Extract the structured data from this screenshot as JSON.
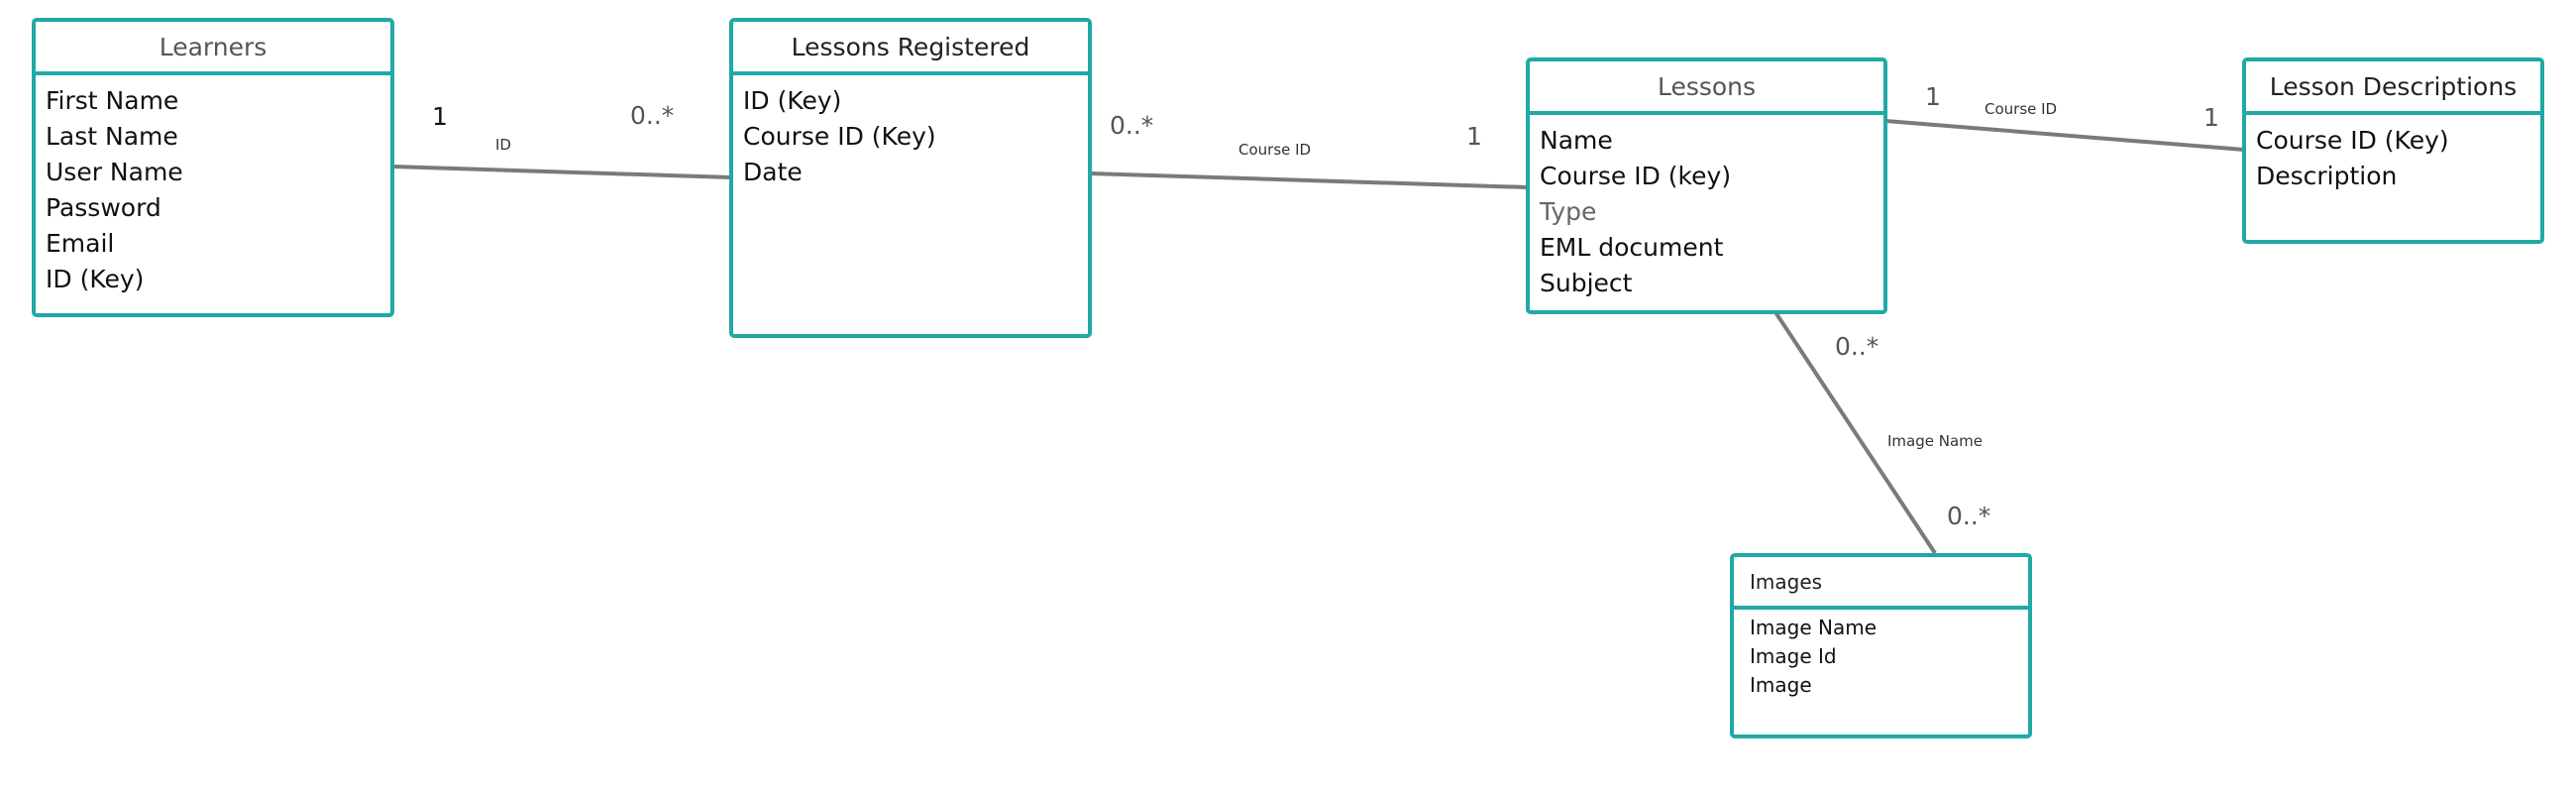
{
  "entities": {
    "learners": {
      "title": "Learners",
      "fields": [
        "First Name",
        "Last Name",
        "User Name",
        "Password",
        "Email",
        "ID (Key)"
      ]
    },
    "lessons_registered": {
      "title": "Lessons Registered",
      "fields": [
        "ID (Key)",
        "Course ID (Key)",
        "Date"
      ]
    },
    "lessons": {
      "title": "Lessons",
      "fields": [
        "Name",
        "Course ID (key)",
        "Type",
        "EML document",
        "Subject"
      ]
    },
    "lesson_descriptions": {
      "title": "Lesson Descriptions",
      "fields": [
        "Course ID (Key)",
        "Description"
      ]
    },
    "images": {
      "title": "Images",
      "fields": [
        "Image Name",
        "Image Id",
        "Image"
      ]
    }
  },
  "relationships": {
    "learners_registered": {
      "name": "ID",
      "source_multiplicity": "1",
      "target_multiplicity": "0..*"
    },
    "registered_lessons": {
      "name": "Course ID",
      "source_multiplicity": "0..*",
      "target_multiplicity": "1"
    },
    "lessons_descriptions": {
      "name": "Course ID",
      "source_multiplicity": "1",
      "target_multiplicity": "1"
    },
    "lessons_images": {
      "name": "Image Name",
      "source_multiplicity": "0..*",
      "target_multiplicity": "0..*"
    }
  },
  "colors": {
    "entity_border": "#20a9a6",
    "connector": "#7a7a7a"
  }
}
